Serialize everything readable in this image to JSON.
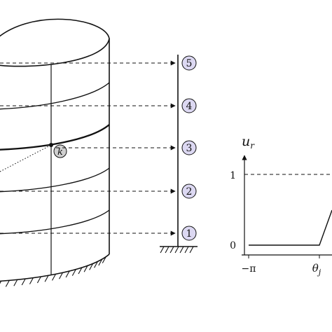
{
  "colors": {
    "ink": "#111111",
    "marker_fill": "#dcd8f2",
    "node_fill": "#cfcfcf",
    "background": "#ffffff"
  },
  "floor_markers": [
    {
      "label": "5"
    },
    {
      "label": "4"
    },
    {
      "label": "3"
    },
    {
      "label": "2"
    },
    {
      "label": "1"
    }
  ],
  "node_label": "k",
  "graph": {
    "y_axis_label": "u",
    "y_axis_subscript": "r",
    "tick_one": "1",
    "tick_zero": "0",
    "x_tick_min": "−π",
    "x_tick_theta": "θ",
    "x_tick_theta_subscript": "j"
  }
}
